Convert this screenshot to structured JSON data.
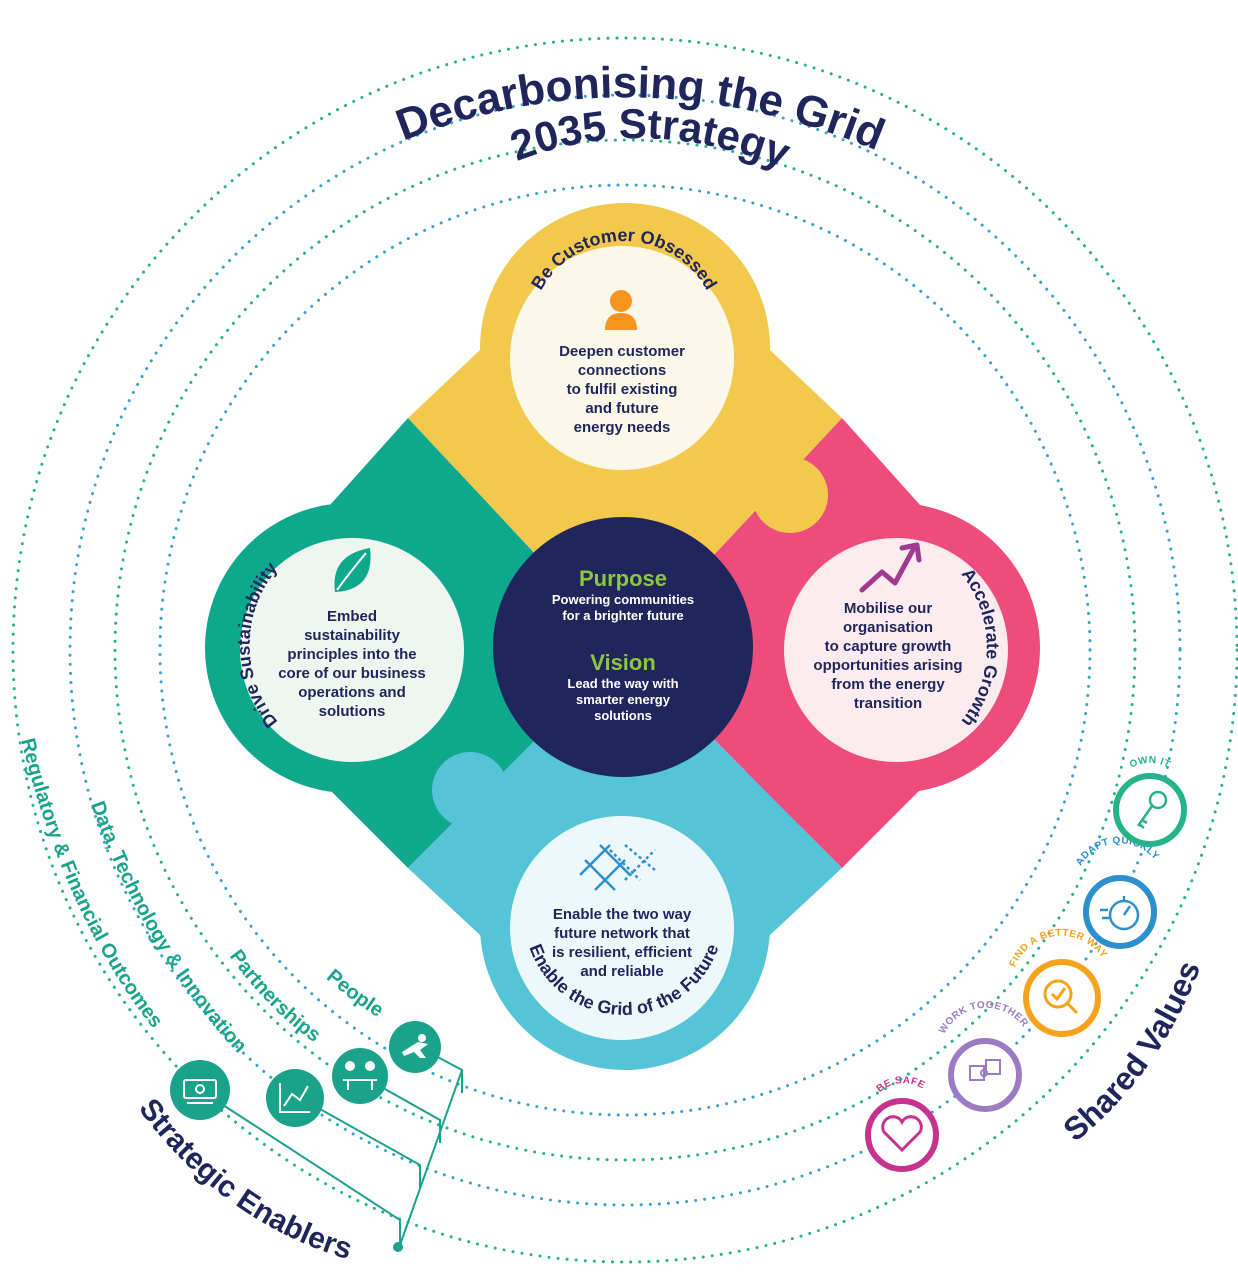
{
  "title": {
    "line1": "Decarbonising the Grid",
    "line2": "2035 Strategy"
  },
  "center": {
    "purpose_heading": "Purpose",
    "purpose_line1": "Powering communities",
    "purpose_line2": "for a brighter future",
    "vision_heading": "Vision",
    "vision_line1": "Lead the way with",
    "vision_line2": "smarter energy",
    "vision_line3": "solutions"
  },
  "pillars": {
    "top": {
      "title": "Be Customer Obsessed",
      "icon": "person-icon",
      "color": "#f2c94c",
      "lines": [
        "Deepen customer",
        "connections",
        "to fulfil existing",
        "and future",
        "energy needs"
      ]
    },
    "right": {
      "title": "Accelerate Growth",
      "icon": "growth-arrow-icon",
      "color": "#ee4c7c",
      "lines": [
        "Mobilise our",
        "organisation",
        "to capture growth",
        "opportunities arising",
        "from the energy",
        "transition"
      ]
    },
    "bottom": {
      "title": "Enable the Grid of the Future",
      "icon": "grid-network-icon",
      "color": "#55c4d6",
      "lines": [
        "Enable the two way",
        "future network that",
        "is resilient, efficient",
        "and reliable"
      ]
    },
    "left": {
      "title": "Drive Sustainability",
      "icon": "leaf-icon",
      "color": "#0ea88c",
      "lines": [
        "Embed",
        "sustainability",
        "principles into the",
        "core of our business",
        "operations and",
        "solutions"
      ]
    }
  },
  "strategic_enablers": {
    "heading": "Strategic Enablers",
    "items": [
      {
        "label": "Regulatory & Financial Outcomes",
        "icon": "money-icon"
      },
      {
        "label": "Data, Technology & Innovation",
        "icon": "chart-icon"
      },
      {
        "label": "Partnerships",
        "icon": "meeting-icon"
      },
      {
        "label": "People",
        "icon": "superhero-icon"
      }
    ]
  },
  "shared_values": {
    "heading": "Shared Values",
    "items": [
      {
        "label": "BE SAFE",
        "icon": "heart-icon",
        "color": "#c6338f"
      },
      {
        "label": "WORK TOGETHER",
        "icon": "puzzle-icon",
        "color": "#9b7cc4"
      },
      {
        "label": "FIND A BETTER WAY",
        "icon": "magnifier-check-icon",
        "color": "#f7a21b"
      },
      {
        "label": "ADAPT QUICKLY",
        "icon": "stopwatch-icon",
        "color": "#2b8fd0"
      },
      {
        "label": "OWN IT",
        "icon": "key-icon",
        "color": "#27b38a"
      }
    ]
  }
}
